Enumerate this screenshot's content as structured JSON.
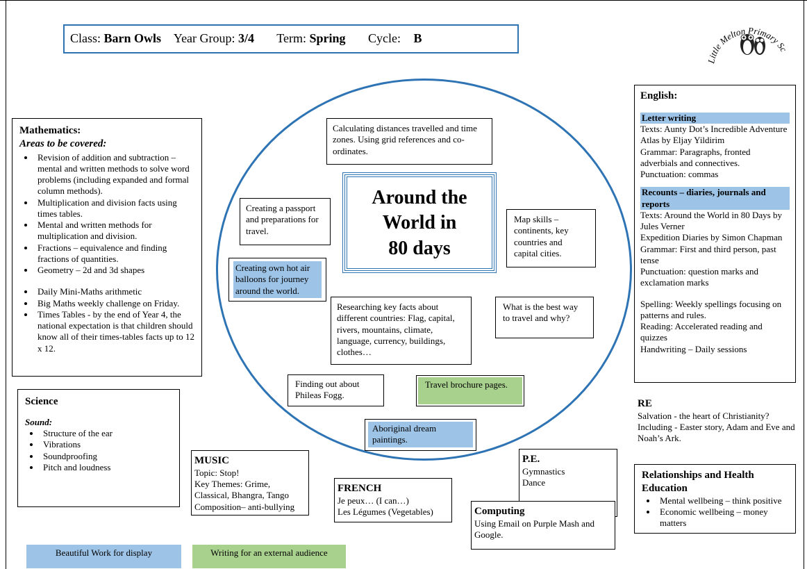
{
  "header": {
    "class_label": "Class:",
    "class_value": "Barn Owls",
    "year_label": "Year Group:",
    "year_value": "3/4",
    "term_label": "Term:",
    "term_value": "Spring",
    "cycle_label": "Cycle:",
    "cycle_value": "B"
  },
  "logo": {
    "text": "Little Melton Primary School"
  },
  "title": {
    "line1": "Around the",
    "line2": "World in",
    "line3": "80 days"
  },
  "maths": {
    "heading": "Mathematics:",
    "subheading": "Areas to be covered:",
    "items": [
      "Revision of addition and subtraction – mental and written methods to solve word problems (including expanded and formal column methods).",
      "Multiplication and division facts using times tables.",
      "Mental and written methods for multiplication and division.",
      "Fractions – equivalence and finding fractions of quantities.",
      "Geometry – 2d and 3d shapes"
    ],
    "items2": [
      "Daily Mini-Maths arithmetic",
      "Big Maths weekly challenge on Friday.",
      "Times Tables - by the end of Year 4, the national expectation is that children should know all of their times-tables facts up to 12 x 12."
    ]
  },
  "science": {
    "heading": "Science",
    "subheading": "Sound:",
    "items": [
      "Structure of the ear",
      "Vibrations",
      "Soundproofing",
      "Pitch and loudness"
    ]
  },
  "music": {
    "heading": "MUSIC",
    "lines": [
      "Topic: Stop!",
      "Key Themes: Grime, Classical, Bhangra, Tango",
      "Composition– anti-bullying"
    ]
  },
  "french": {
    "heading": "FRENCH",
    "lines": [
      "Je peux… (I can…)",
      "Les Légumes (Vegetables)"
    ]
  },
  "pe": {
    "heading": "P.E.",
    "lines": [
      "Gymnastics",
      "Dance"
    ]
  },
  "computing": {
    "heading": "Computing",
    "text": "Using Email on Purple Mash and Google."
  },
  "english": {
    "heading": "English:",
    "sec1_title": "Letter writing",
    "sec1_lines": [
      "Texts: Aunty Dot’s Incredible Adventure Atlas by Eljay Yildirim",
      "Grammar: Paragraphs, fronted adverbials and connectives.",
      "Punctuation: commas"
    ],
    "sec2_title": "Recounts – diaries, journals and reports",
    "sec2_lines": [
      "Texts: Around the World in 80 Days by Jules Verner",
      "Expedition Diaries by Simon Chapman",
      "Grammar: First and third person, past tense",
      "Punctuation: question marks and exclamation marks"
    ],
    "sec3_lines": [
      "Spelling: Weekly spellings focusing on patterns and rules.",
      "Reading: Accelerated reading and quizzes",
      "Handwriting – Daily sessions"
    ]
  },
  "re": {
    "heading": "RE",
    "text": "Salvation - the heart of Christianity? Including - Easter story, Adam and Eve and Noah’s Ark."
  },
  "rhe": {
    "heading": "Relationships and Health Education",
    "items": [
      "Mental wellbeing – think positive",
      "Economic wellbeing – money matters"
    ]
  },
  "topics": {
    "distances": "Calculating distances travelled and time zones. Using grid references and co-ordinates.",
    "passport": "Creating a passport and preparations for travel.",
    "map_skills": "Map skills – continents, key countries and capital cities.",
    "balloons": "Creating own hot air balloons for journey around the world.",
    "research": "Researching key facts about different countries: Flag, capital, rivers, mountains, climate, language, currency, buildings, clothes…",
    "best_way": "What is the best way to travel and why?",
    "phileas": "Finding out about Phileas Fogg.",
    "brochure": "Travel brochure pages.",
    "aboriginal": "Aboriginal dream paintings."
  },
  "key": {
    "beautiful": "Beautiful Work for display",
    "writing": "Writing for an external audience"
  },
  "colors": {
    "blue_accent": "#2e74b5",
    "highlight_blue": "#9dc3e6",
    "highlight_green": "#a9d18e"
  }
}
